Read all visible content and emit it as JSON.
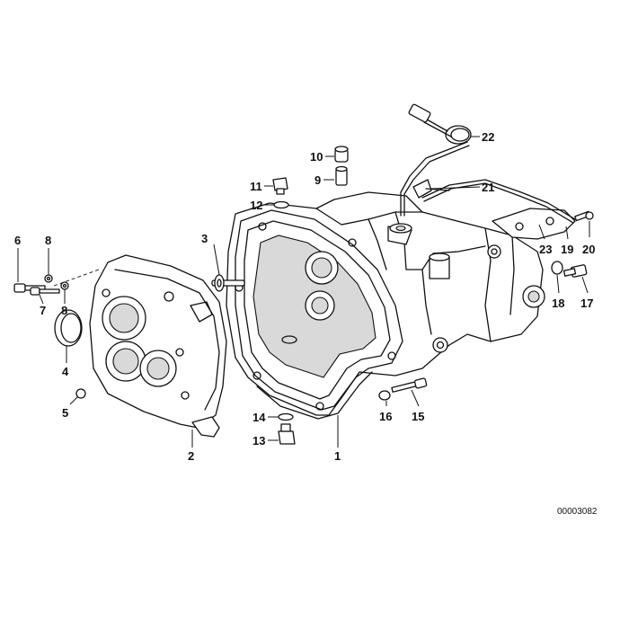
{
  "diagram": {
    "document_id": "00003082",
    "callouts": [
      "1",
      "2",
      "3",
      "4",
      "5",
      "6",
      "7",
      "8",
      "8",
      "9",
      "10",
      "11",
      "12",
      "13",
      "14",
      "15",
      "16",
      "17",
      "18",
      "19",
      "20",
      "21",
      "22",
      "23"
    ]
  }
}
